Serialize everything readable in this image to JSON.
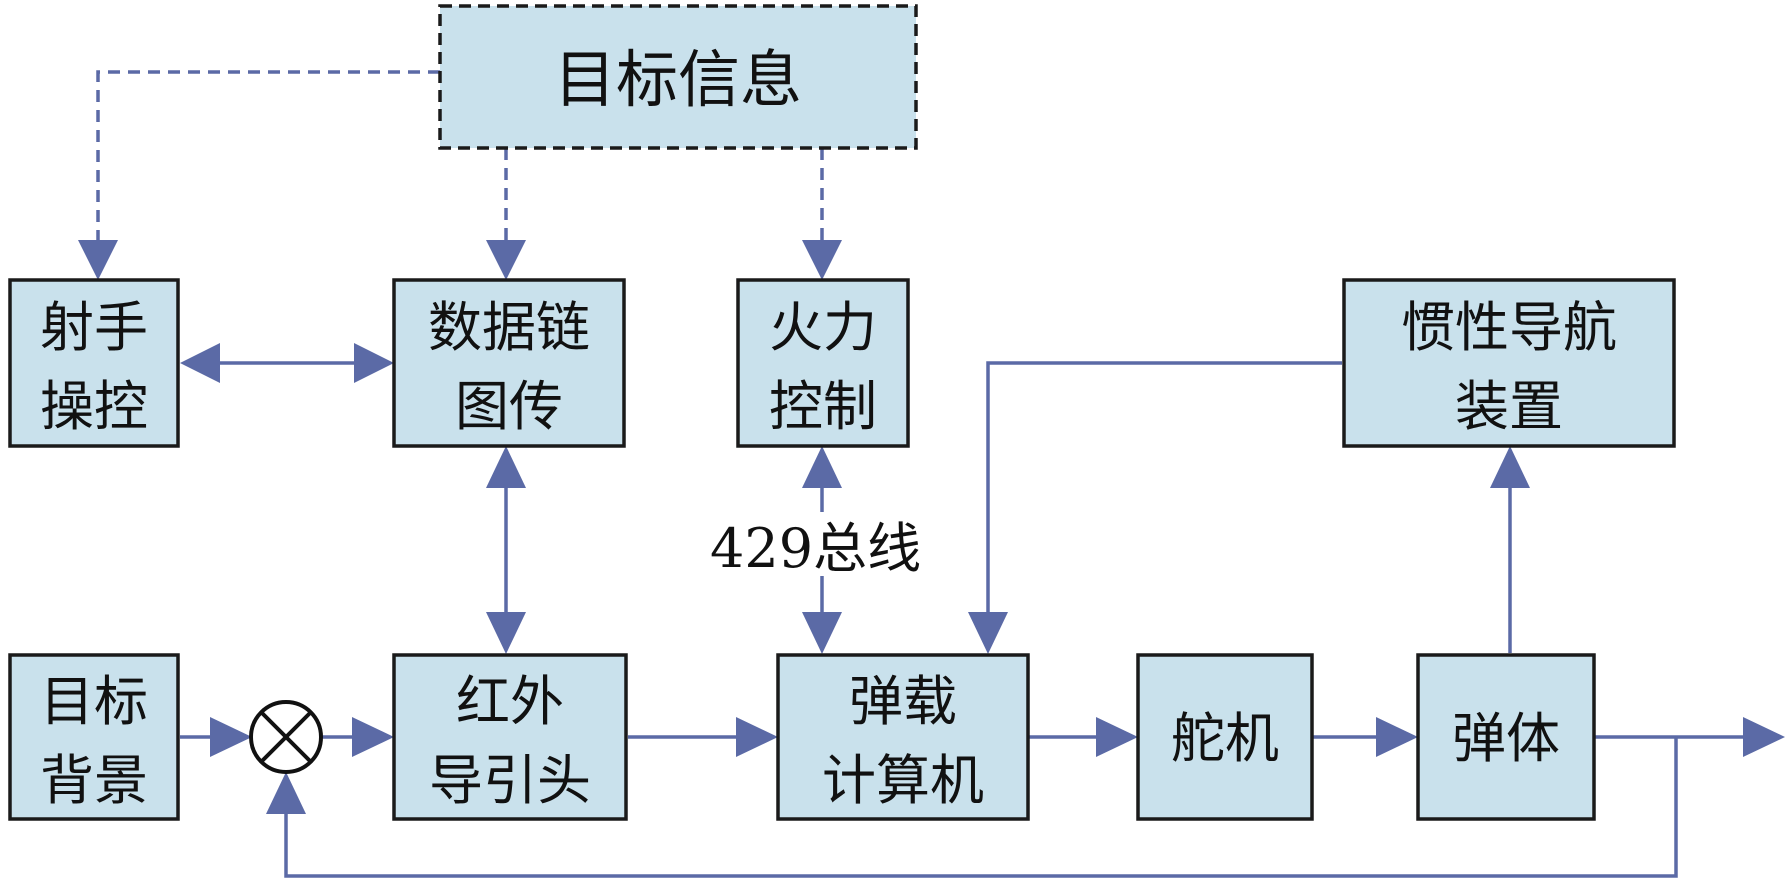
{
  "blocks": {
    "target_info": "目标信息",
    "gunner": [
      "射手",
      "操控"
    ],
    "datalink": [
      "数据链",
      "图传"
    ],
    "fire_control": [
      "火力",
      "控制"
    ],
    "ins": [
      "惯性导航",
      "装置"
    ],
    "target_bg": [
      "目标",
      "背景"
    ],
    "ir_seeker": [
      "红外",
      "导引头"
    ],
    "computer": [
      "弹载",
      "计算机"
    ],
    "servo": "舵机",
    "body": "弹体"
  },
  "labels": {
    "bus": "429总线"
  },
  "colors": {
    "box_fill": "#c9e1ec",
    "line": "#5b6aa6",
    "border": "#1a1a1a"
  }
}
